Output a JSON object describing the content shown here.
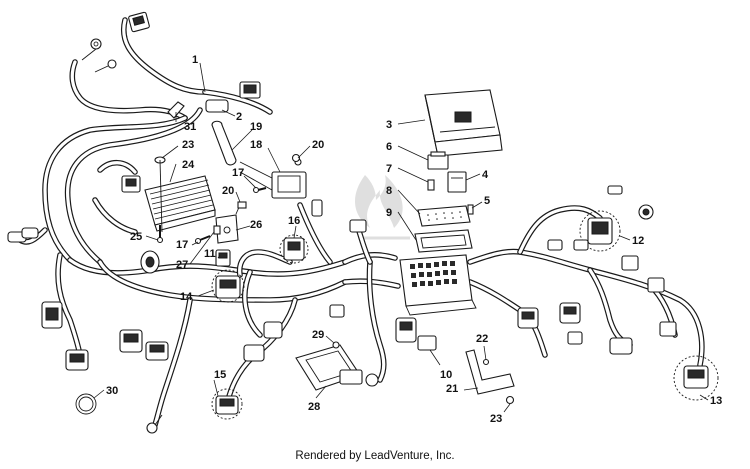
{
  "callouts": [
    {
      "id": "1",
      "text": "1"
    },
    {
      "id": "2",
      "text": "2"
    },
    {
      "id": "3",
      "text": "3"
    },
    {
      "id": "4",
      "text": "4"
    },
    {
      "id": "5",
      "text": "5"
    },
    {
      "id": "6",
      "text": "6"
    },
    {
      "id": "7",
      "text": "7"
    },
    {
      "id": "8",
      "text": "8"
    },
    {
      "id": "9",
      "text": "9"
    },
    {
      "id": "10",
      "text": "10"
    },
    {
      "id": "11",
      "text": "11"
    },
    {
      "id": "12",
      "text": "12"
    },
    {
      "id": "13",
      "text": "13"
    },
    {
      "id": "14",
      "text": "14"
    },
    {
      "id": "15",
      "text": "15"
    },
    {
      "id": "16",
      "text": "16"
    },
    {
      "id": "17a",
      "text": "17"
    },
    {
      "id": "17b",
      "text": "17"
    },
    {
      "id": "18",
      "text": "18"
    },
    {
      "id": "19",
      "text": "19"
    },
    {
      "id": "20a",
      "text": "20"
    },
    {
      "id": "20b",
      "text": "20"
    },
    {
      "id": "21",
      "text": "21"
    },
    {
      "id": "22",
      "text": "22"
    },
    {
      "id": "23a",
      "text": "23"
    },
    {
      "id": "23b",
      "text": "23"
    },
    {
      "id": "24",
      "text": "24"
    },
    {
      "id": "25",
      "text": "25"
    },
    {
      "id": "26",
      "text": "26"
    },
    {
      "id": "27",
      "text": "27"
    },
    {
      "id": "28",
      "text": "28"
    },
    {
      "id": "29",
      "text": "29"
    },
    {
      "id": "30",
      "text": "30"
    },
    {
      "id": "31",
      "text": "31"
    }
  ],
  "footer": {
    "credit": "Rendered by LeadVenture, Inc."
  }
}
